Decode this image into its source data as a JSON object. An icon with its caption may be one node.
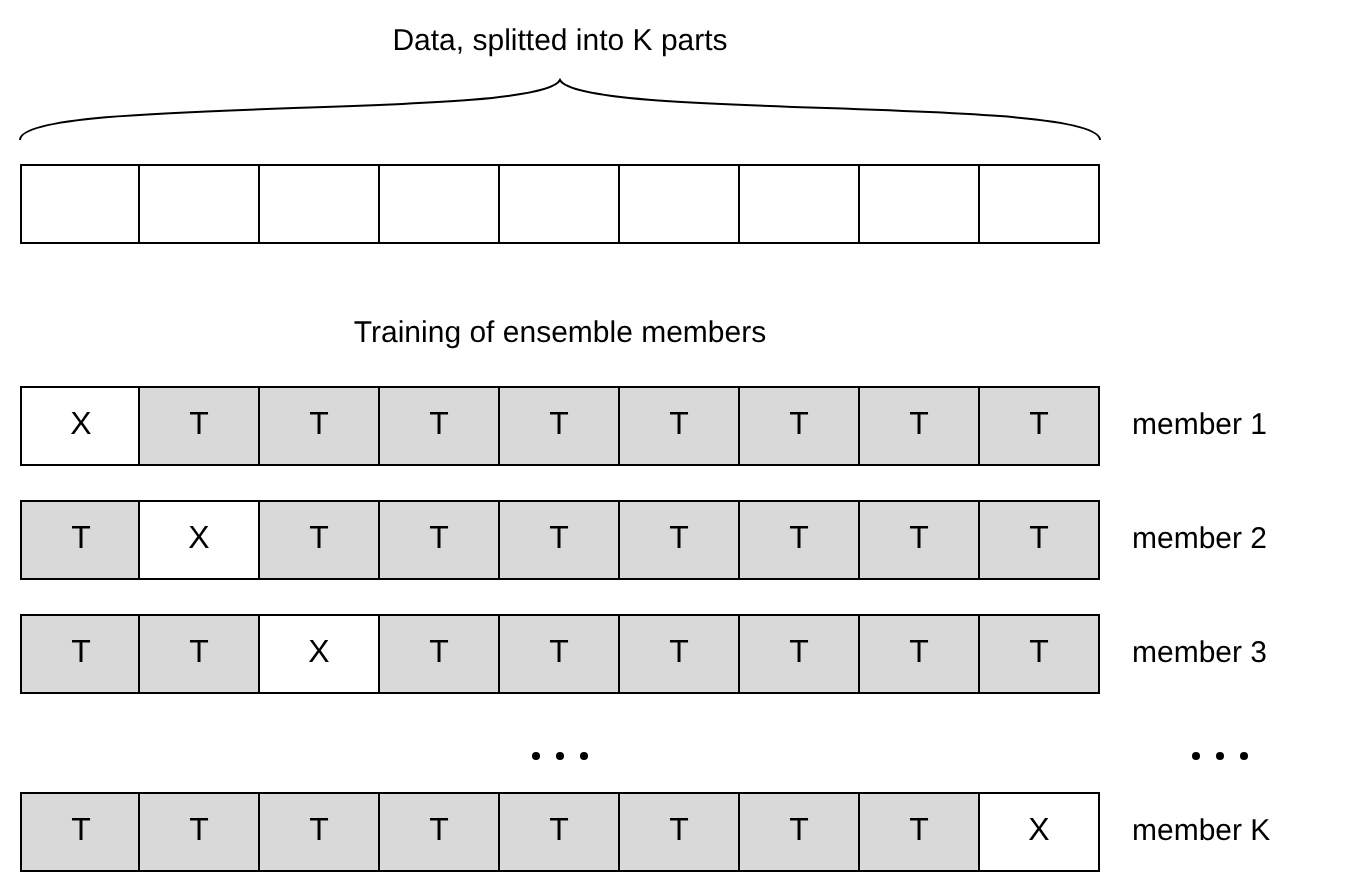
{
  "diagram": {
    "nodes": [
      {
        "text": [],
        "shape": "box"
      },
      {
        "text": [],
        "shape": "box"
      },
      {
        "text": [],
        "shape": "box"
      },
      {
        "text": [],
        "shape": "box"
      },
      {
        "text": [],
        "shape": "box"
      },
      {
        "text": [],
        "shape": "box"
      },
      {
        "text": [],
        "shape": "box"
      },
      {
        "text": [],
        "shape": "box"
      },
      {
        "text": [],
        "shape": "box"
      },
      {
        "text": [
          "X"
        ]
      },
      {
        "text": [
          "T"
        ]
      },
      {
        "text": [
          "T"
        ]
      },
      {
        "text": [
          "T"
        ]
      },
      {
        "text": [
          "T"
        ]
      },
      {
        "text": [
          "T"
        ]
      },
      {
        "text": [
          "T"
        ]
      },
      {
        "text": [
          "T"
        ]
      },
      {
        "text": [
          "T"
        ],
        "beside": [
          "member 1"
        ]
      },
      {
        "text": [
          "T"
        ]
      },
      {
        "text": [
          "X"
        ]
      },
      {
        "text": [
          "T"
        ]
      },
      {
        "text": [
          "T"
        ]
      },
      {
        "text": [
          "T"
        ]
      },
      {
        "text": [
          "T"
        ]
      },
      {
        "text": [
          "T"
        ]
      },
      {
        "text": [
          "T"
        ]
      },
      {
        "text": [
          "T"
        ],
        "beside": [
          "member 2"
        ]
      },
      {
        "text": [
          "T"
        ]
      },
      {
        "text": [
          "T"
        ]
      },
      {
        "text": [
          "X"
        ]
      },
      {
        "text": [
          "T"
        ]
      },
      {
        "text": [
          "T"
        ]
      },
      {
        "text": [
          "T"
        ]
      },
      {
        "text": [
          "T"
        ]
      },
      {
        "text": [
          "T"
        ]
      },
      {
        "text": [
          "T"
        ],
        "beside": [
          "member 3"
        ]
      },
      {
        "text": [
          "T"
        ]
      },
      {
        "text": [
          "T"
        ]
      },
      {
        "text": [
          "T"
        ]
      },
      {
        "text": [
          "T"
        ]
      },
      {
        "text": [
          "T"
        ]
      },
      {
        "text": [
          "T"
        ]
      },
      {
        "text": [
          "T"
        ]
      },
      {
        "text": [
          "T"
        ]
      },
      {
        "text": [
          "X"
        ],
        "beside": [
          "member K"
        ]
      }
    ],
    "labels": [
      "Data, splitted into K parts",
      "Training of ensemble members"
    ]
  }
}
